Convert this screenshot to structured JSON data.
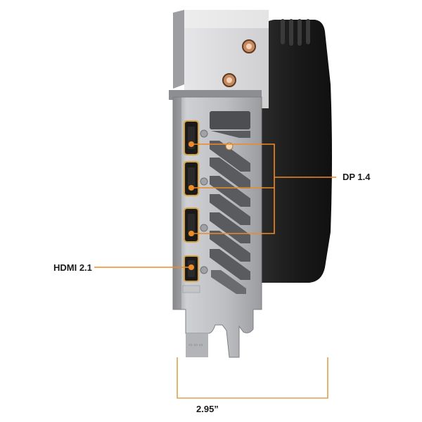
{
  "labels": {
    "dp": "DP 1.4",
    "hdmi": "HDMI 2.1",
    "width": "2.95”"
  },
  "colors": {
    "accent": "#f08a24",
    "bracket_metal": "#bfc0c2",
    "shroud": "#1c1c1c",
    "port_outline": "#e0a030"
  }
}
